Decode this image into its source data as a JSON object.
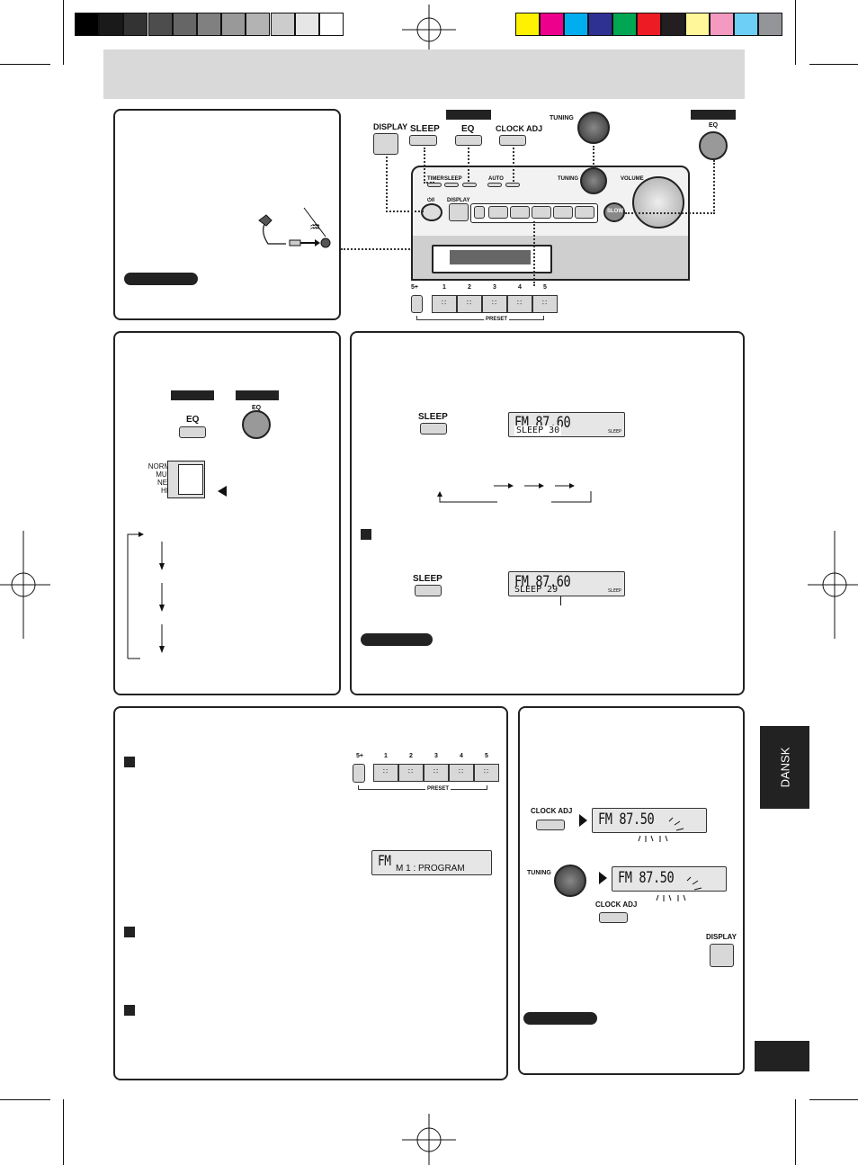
{
  "colors": {
    "grays": [
      "#000000",
      "#1a1a1a",
      "#333333",
      "#4d4d4d",
      "#666666",
      "#808080",
      "#999999",
      "#b3b3b3",
      "#cccccc",
      "#e6e6e6",
      "#ffffff"
    ],
    "process": [
      "#fff200",
      "#ec008c",
      "#00aeef",
      "#2e3192",
      "#00a651",
      "#ed1c24",
      "#231f20",
      "#fff799",
      "#f49ac1",
      "#6dcff6",
      "#939598"
    ],
    "header_band": "#d9d9d9"
  },
  "device": {
    "display_label": "DISPLAY",
    "sleep_label": "SLEEP",
    "eq_label": "EQ",
    "clock_adj_label": "CLOCK ADJ",
    "tuning_label": "TUNING",
    "volume_label": "VOLUME",
    "power_label": "⏻/I",
    "slow_label": "SLOW",
    "timer_label": "TIMER",
    "auto_label": "AUTO",
    "preset_label": "PRESET",
    "preset_buttons": [
      "5+",
      "1",
      "2",
      "3",
      "4",
      "5"
    ]
  },
  "eq_panel": {
    "eq_label": "EQ",
    "modes": [
      "NORMAL",
      "MUSIC",
      "NEWS",
      "HIGH"
    ]
  },
  "sleep_panel": {
    "sleep_label": "SLEEP",
    "display1": {
      "line1": "FM  87.60",
      "line2": "SLEEP  30",
      "tag": "SLEEP"
    },
    "display2": {
      "line1": "FM  87.60",
      "line2": "SLEEP  29",
      "tag": "SLEEP"
    }
  },
  "preset_panel": {
    "buttons": [
      "5+",
      "1",
      "2",
      "3",
      "4",
      "5"
    ],
    "preset_label": "PRESET",
    "display": {
      "line1": "FM",
      "line2": "M  1 : PROGRAM"
    }
  },
  "clock_panel": {
    "clock_adj_label": "CLOCK ADJ",
    "tuning_label": "TUNING",
    "display_label": "DISPLAY",
    "display1": {
      "line1": "FM  87.50"
    },
    "display2": {
      "line1": "FM  87.50"
    }
  },
  "side_tab": "DANSK"
}
